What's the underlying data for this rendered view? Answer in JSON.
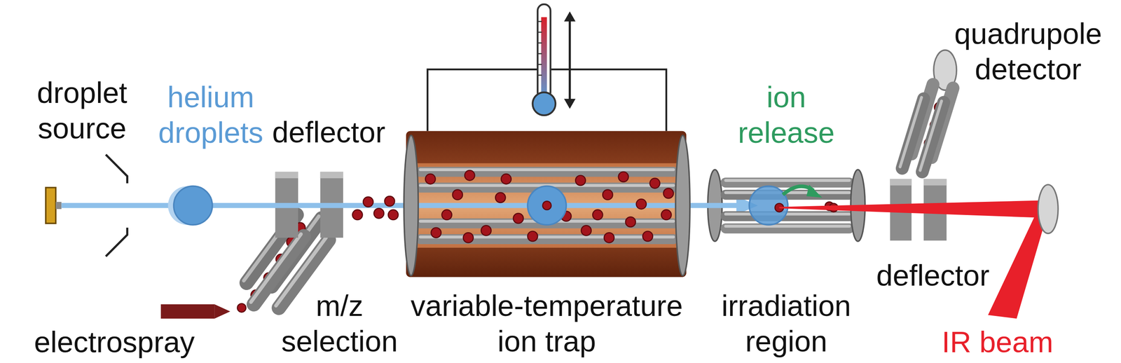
{
  "diagram": {
    "labels": [
      "droplet source",
      "helium droplets",
      "deflector",
      "m/z selection",
      "electrospray",
      "variable-temperature ion trap",
      "ion release",
      "irradiation region",
      "deflector",
      "quadrupole detector",
      "IR beam"
    ]
  }
}
